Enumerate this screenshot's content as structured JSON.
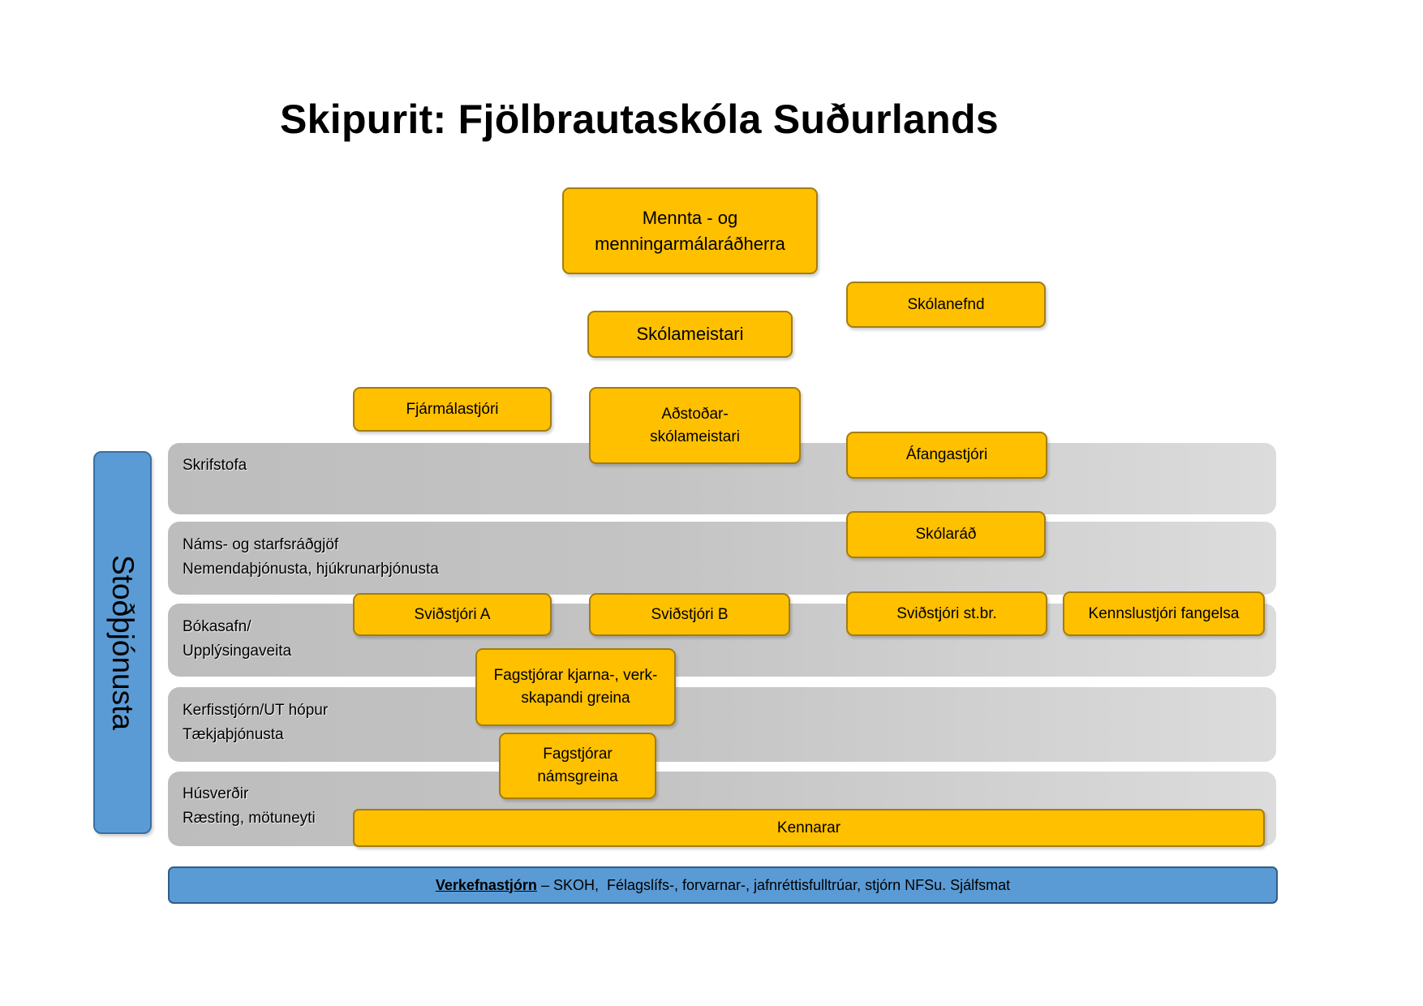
{
  "title": "Skipurit: Fjölbrautaskóla Suðurlands",
  "sidebar_label": "Stoðþjónusta",
  "bands": [
    {
      "lines": [
        "Skrifstofa"
      ]
    },
    {
      "lines": [
        "Náms- og starfsráðgjöf",
        "Nemendaþjónusta, hjúkrunarþjónusta"
      ]
    },
    {
      "lines": [
        "Bókasafn/",
        "Upplýsingaveita"
      ]
    },
    {
      "lines": [
        "Kerfisstjórn/UT hópur",
        "Tækjaþjónusta"
      ]
    },
    {
      "lines": [
        "Húsverðir",
        "Ræsting, mötuneyti"
      ]
    }
  ],
  "boxes": {
    "minister": [
      "Mennta - og",
      "menningarmálaráðherra"
    ],
    "school_board": "Skólanefnd",
    "headmaster": "Skólameistari",
    "finance_director": "Fjármálastjóri",
    "deputy_headmaster": [
      "Aðstoðar-",
      "skólameistari"
    ],
    "course_director": "Áfangastjóri",
    "school_council": "Skólaráð",
    "division_head_a": "Sviðstjóri A",
    "division_head_b": "Sviðstjóri B",
    "division_head_stbr": "Sviðstjóri  st.br.",
    "prison_teaching_director": "Kennslustjóri fangelsa",
    "core_subject_heads": [
      "Fagstjórar kjarna-, verk-",
      "skapandi greina"
    ],
    "subject_heads": [
      "Fagstjórar",
      "námsgreina"
    ],
    "teachers": "Kennarar"
  },
  "footer": {
    "strong": "Verkefnastjórn",
    "rest": " – SKOH,  Félagslífs-, forvarnar-, jafnréttisfulltrúar, stjórn NFSu. Sjálfsmat"
  }
}
